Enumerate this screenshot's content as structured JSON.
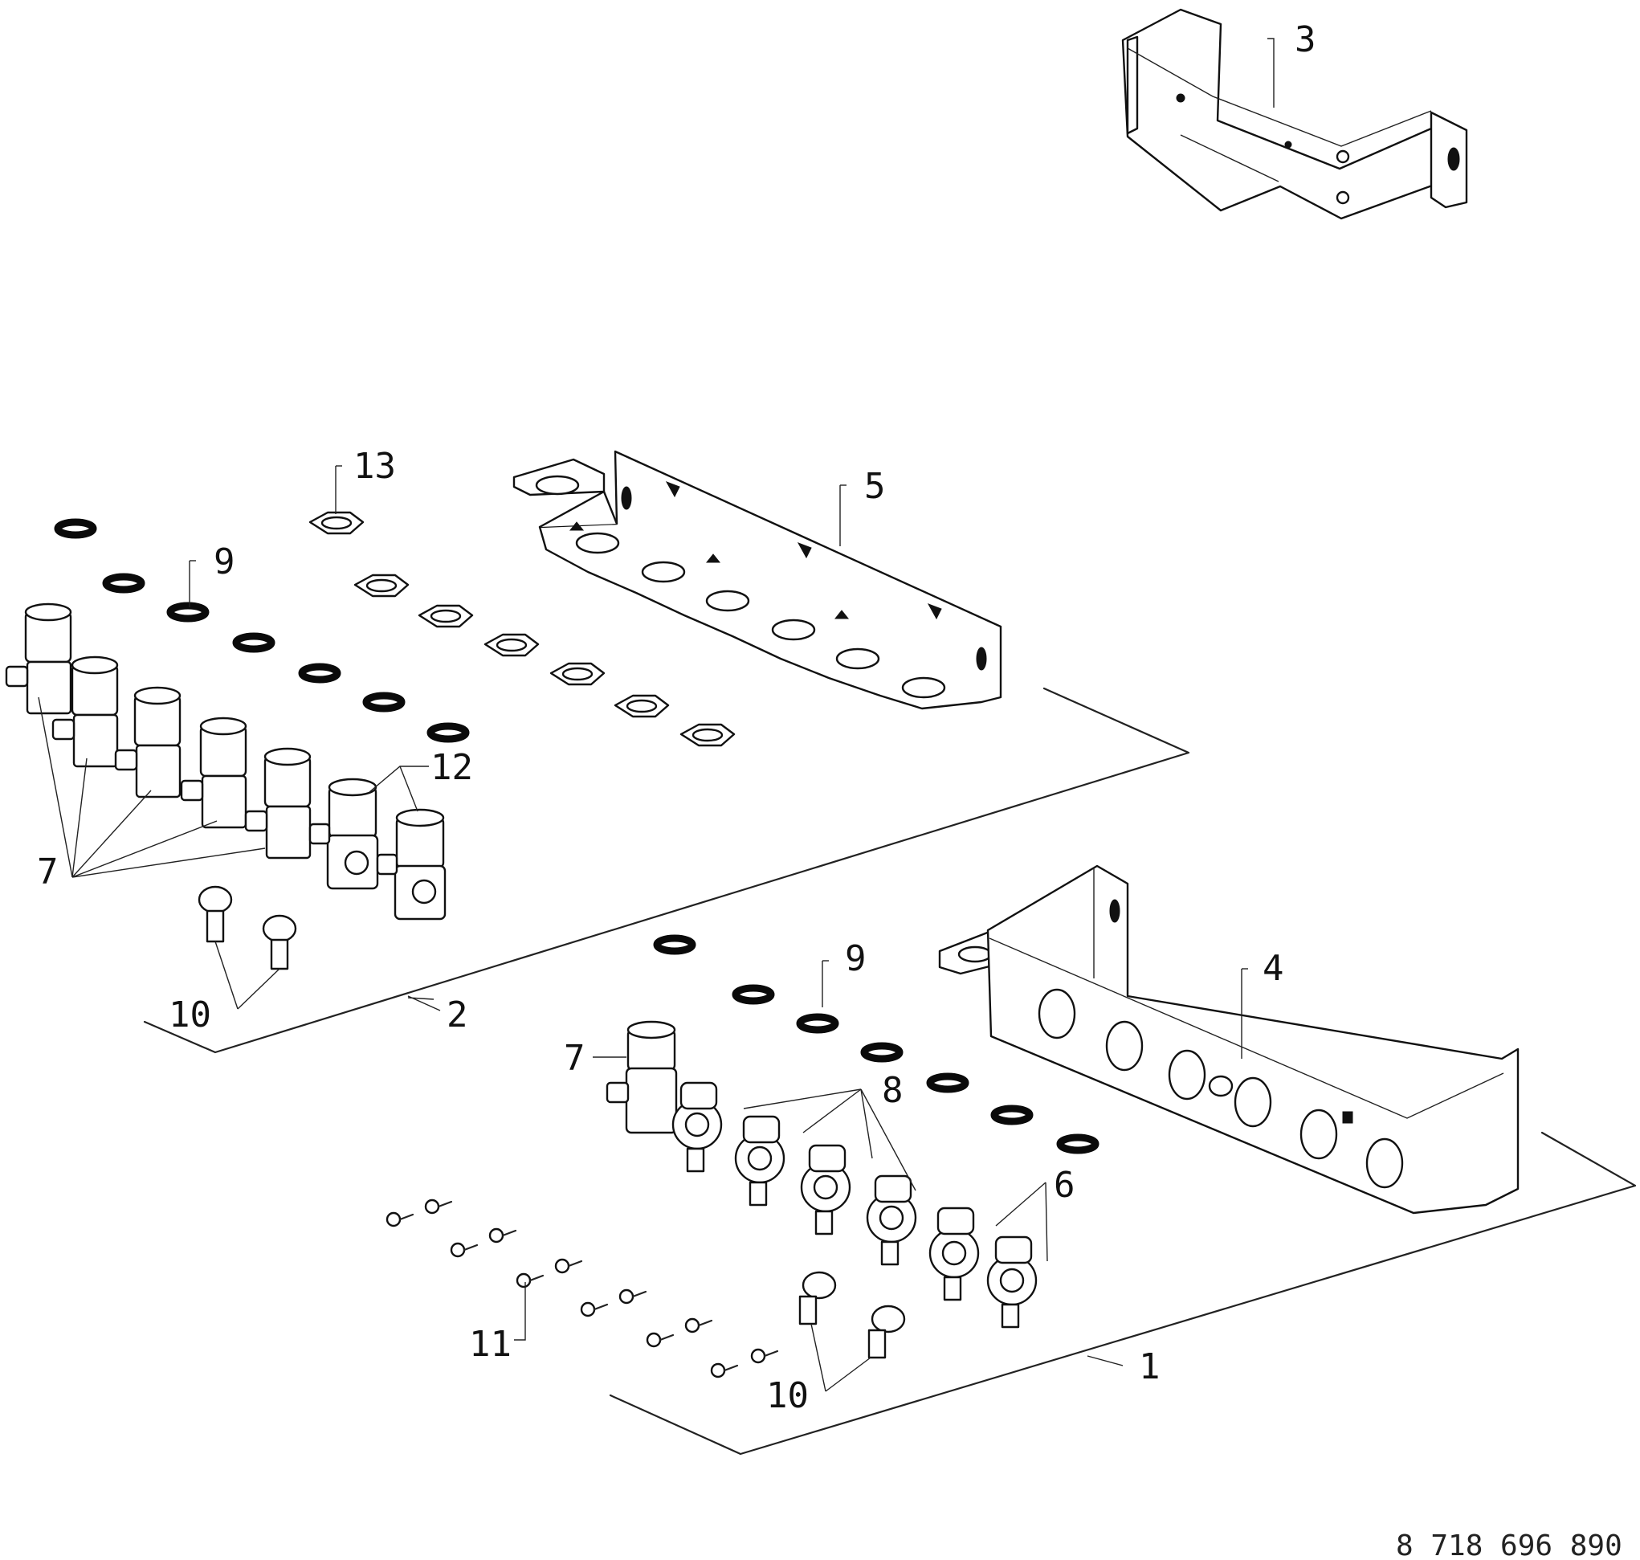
{
  "callouts": {
    "c1": "1",
    "c2": "2",
    "c3": "3",
    "c4": "4",
    "c5": "5",
    "c6": "6",
    "c7a": "7",
    "c7b": "7",
    "c8": "8",
    "c9a": "9",
    "c9b": "9",
    "c10a": "10",
    "c10b": "10",
    "c11": "11",
    "c12": "12",
    "c13": "13"
  },
  "document_number": "8 718 696 890",
  "colors": {
    "line": "#222222",
    "background": "#ffffff"
  }
}
